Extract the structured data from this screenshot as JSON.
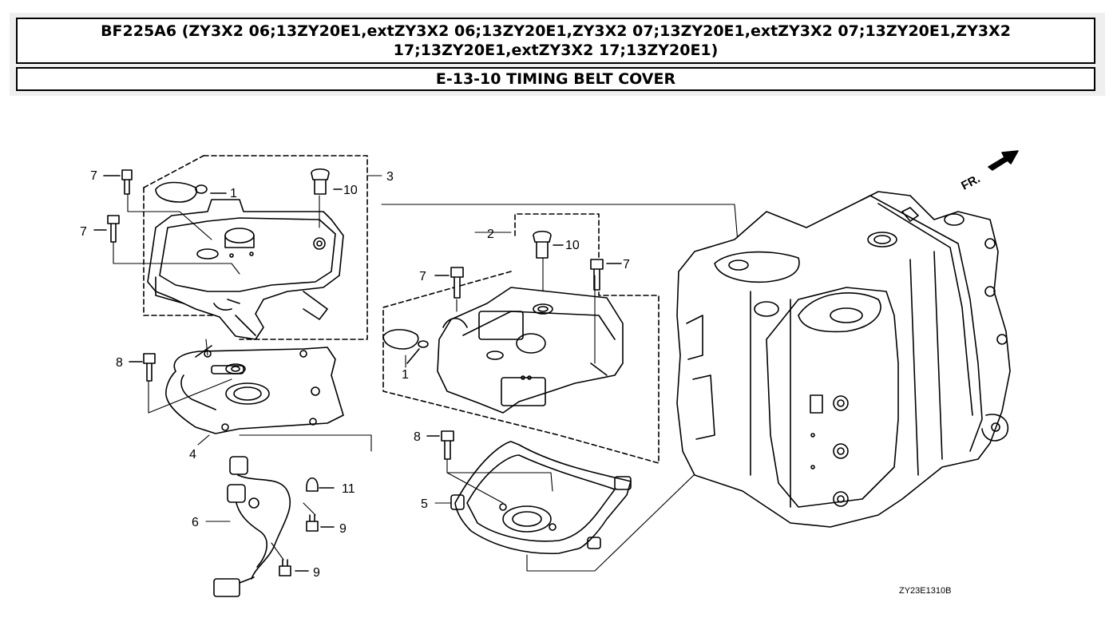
{
  "header": {
    "model_line": "BF225A6 (ZY3X2 06;13ZY20E1,extZY3X2 06;13ZY20E1,ZY3X2 07;13ZY20E1,extZY3X2 07;13ZY20E1,ZY3X2 17;13ZY20E1,extZY3X2 17;13ZY20E1)",
    "section_title": "E-13-10 TIMING BELT COVER"
  },
  "diagram": {
    "part_labels": {
      "p1a": "1",
      "p1b": "1",
      "p2": "2",
      "p3": "3",
      "p4": "4",
      "p5": "5",
      "p6": "6",
      "p7a": "7",
      "p7b": "7",
      "p7c": "7",
      "p7d": "7",
      "p8a": "8",
      "p8b": "8",
      "p9a": "9",
      "p9b": "9",
      "p10a": "10",
      "p10b": "10",
      "p11": "11"
    },
    "direction_label": "FR.",
    "drawing_code": "ZY23E1310B"
  }
}
